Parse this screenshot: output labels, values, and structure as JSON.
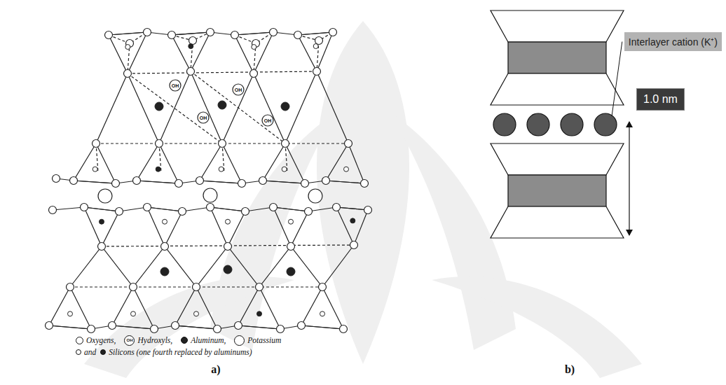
{
  "diagram": {
    "nodes": [
      {
        "text": [
          "Interlayer cation (K⁺)"
        ]
      },
      {
        "text": [
          "1.0 nm"
        ]
      }
    ],
    "labels": [
      "OH",
      "OH",
      "OH",
      "OH",
      "OH",
      "and",
      "a)",
      "b)"
    ],
    "legend": [
      {
        "text": "Oxygens,"
      },
      {
        "text": "Hydroxyls,"
      },
      {
        "text": "Aluminum,"
      },
      {
        "text": "Potassium"
      },
      {
        "text": "Silicons (one fourth replaced by aluminums)"
      }
    ]
  }
}
